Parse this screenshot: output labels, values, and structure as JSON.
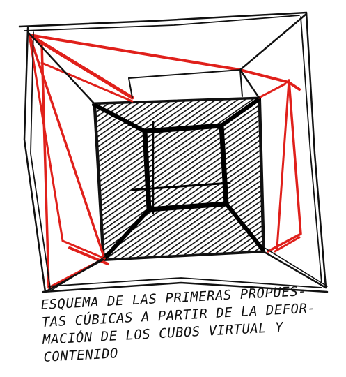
{
  "caption": {
    "line_1": "ESQUEMA DE LAS PRIMERAS PROPUES-",
    "line_2": "TAS CÚBICAS A PARTIR DE LA DEFOR-",
    "line_3": "MACIÓN DE LOS CUBOS VIRTUAL Y",
    "line_4": "CONTENIDO"
  },
  "colors": {
    "ink_black": "#111111",
    "ink_red": "#e0201b",
    "paper": "#ffffff"
  }
}
